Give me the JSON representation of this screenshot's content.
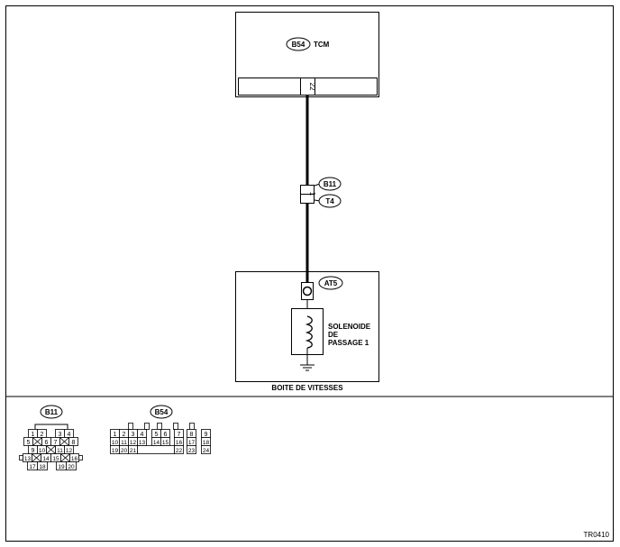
{
  "tcm": {
    "connector": "B54",
    "name": "TCM",
    "pin": "22"
  },
  "joint": {
    "top_connector": "B11",
    "bottom_connector": "T4",
    "pin": "1"
  },
  "transmission": {
    "connector": "AT5",
    "solenoid_line1": "SOLENOIDE",
    "solenoid_line2": "DE",
    "solenoid_line3": "PASSAGE 1",
    "housing_label": "BOITE DE VITESSES"
  },
  "connector_views": {
    "b11": {
      "label": "B11",
      "row1": [
        "1",
        "2",
        "3",
        "4"
      ],
      "row2": [
        "5",
        "6",
        "7",
        "8"
      ],
      "row3": [
        "9",
        "10",
        "11",
        "12"
      ],
      "row4": [
        "13",
        "14",
        "15",
        "16"
      ],
      "row5": [
        "17",
        "18",
        "19",
        "20"
      ]
    },
    "b54": {
      "label": "B54",
      "row1": [
        "1",
        "2",
        "3",
        "4",
        "5",
        "6",
        "7",
        "8",
        "9"
      ],
      "row2": [
        "10",
        "11",
        "12",
        "13",
        "14",
        "15",
        "16",
        "17",
        "18"
      ],
      "row3": [
        "19",
        "20",
        "21",
        "22",
        "23",
        "24"
      ]
    }
  },
  "figure_code": "TR0410",
  "colors": {
    "line": "#000000",
    "background": "#ffffff"
  }
}
